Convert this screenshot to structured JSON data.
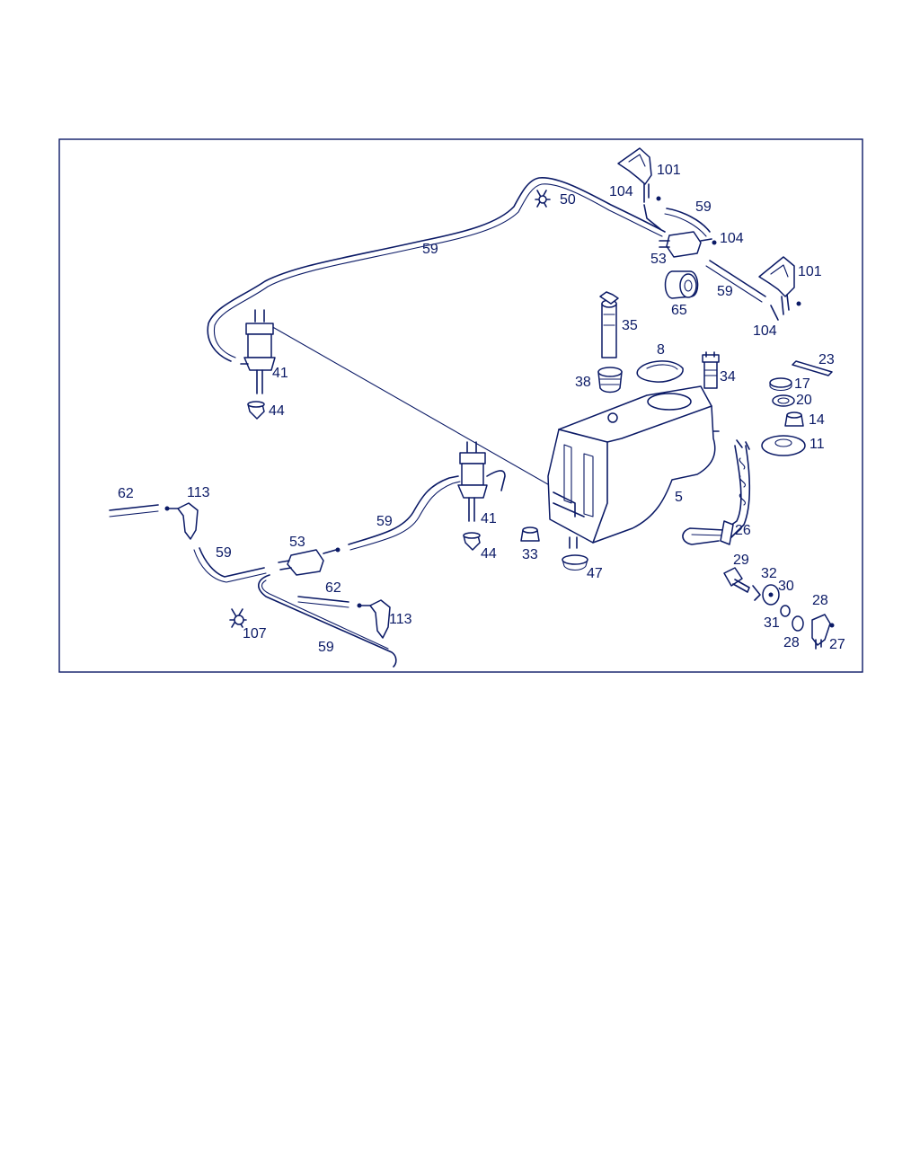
{
  "colors": {
    "line": "#0b1a66",
    "background": "#ffffff",
    "frame": "#0b1a66"
  },
  "labels": {
    "l101a": "101",
    "l104a": "104",
    "l50": "50",
    "l59a": "59",
    "l59b": "59",
    "l104b": "104",
    "l53a": "53",
    "l101b": "101",
    "l59c": "59",
    "l65": "65",
    "l104c": "104",
    "l35": "35",
    "l8": "8",
    "l23": "23",
    "l41a": "41",
    "l34": "34",
    "l38": "38",
    "l17": "17",
    "l20": "20",
    "l44a": "44",
    "l14": "14",
    "l11": "11",
    "l62a": "62",
    "l113a": "113",
    "l5": "5",
    "l41b": "41",
    "l59d": "59",
    "l26": "26",
    "l53b": "53",
    "l59e": "59",
    "l44b": "44",
    "l33": "33",
    "l47": "47",
    "l29": "29",
    "l32": "32",
    "l30": "30",
    "l62b": "62",
    "l28a": "28",
    "l113b": "113",
    "l31": "31",
    "l107": "107",
    "l28b": "28",
    "l27": "27",
    "l59f": "59"
  }
}
